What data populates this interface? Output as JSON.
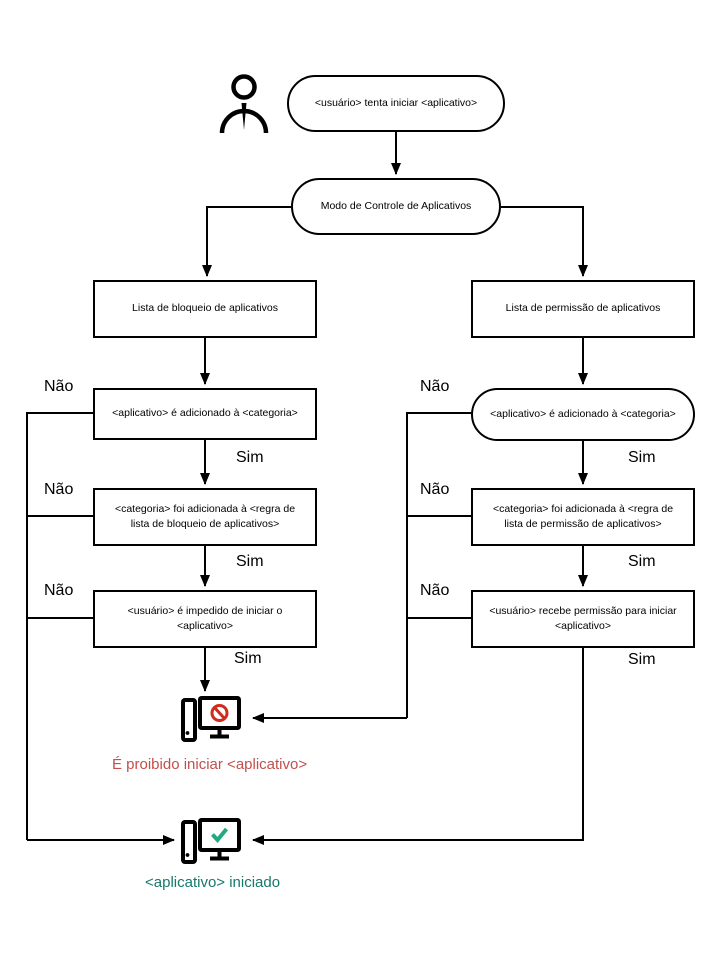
{
  "nodes": {
    "start": "<usuário> tenta iniciar <aplicativo>",
    "mode": "Modo de Controle de Aplicativos",
    "blocklist": "Lista de bloqueio de aplicativos",
    "allowlist": "Lista de permissão de aplicativos",
    "block_d1": "<aplicativo> é adicionado à <categoria>",
    "block_d2": "<categoria> foi adicionada à <regra de lista de bloqueio de aplicativos>",
    "block_d3": "<usuário> é impedido  de iniciar o <aplicativo>",
    "allow_d1": "<aplicativo> é adicionado à <categoria>",
    "allow_d2": "<categoria> foi adicionada à <regra de lista de permissão de aplicativos>",
    "allow_d3": "<usuário> recebe permissão para iniciar <aplicativo>"
  },
  "edge_labels": {
    "no": "Não",
    "yes": "Sim"
  },
  "outcomes": {
    "blocked": "É proibido iniciar <aplicativo>",
    "started": "<aplicativo> iniciado"
  },
  "icons": {
    "user": "user-icon",
    "blocked_pc": "computer-blocked-icon",
    "started_pc": "computer-started-icon"
  },
  "colors": {
    "line": "#000000",
    "blocked_text": "#C0504D",
    "prohibition_sign": "#D12B1E",
    "started_text": "#15796D",
    "check_sign": "#23A883"
  }
}
